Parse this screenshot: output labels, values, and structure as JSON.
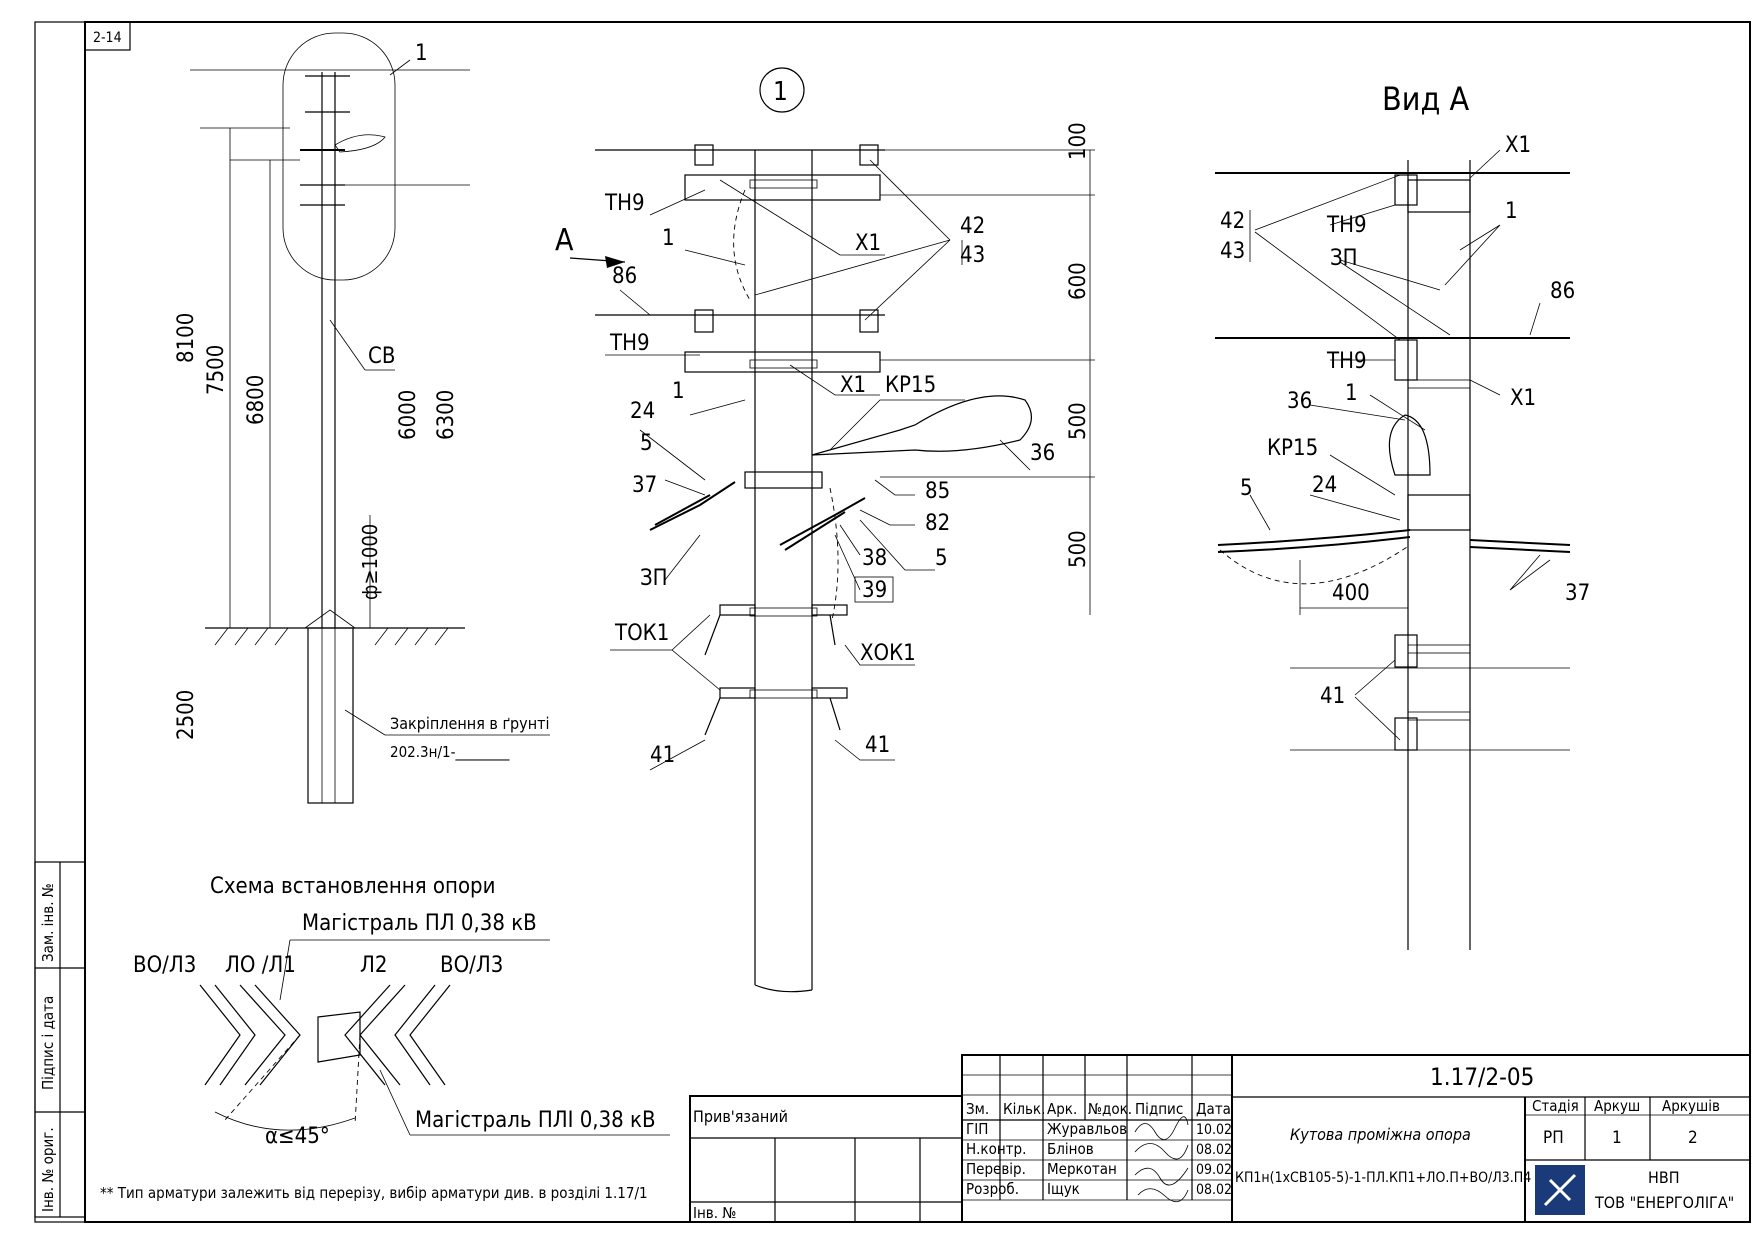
{
  "sheet_code": "2-14",
  "left_view": {
    "callout": "1",
    "pole_label": "СВ",
    "dim_8100": "8100",
    "dim_7500": "7500",
    "dim_6800": "6800",
    "dim_6000": "6000",
    "dim_6300": "6300",
    "dim_phi": "ф≥1000",
    "dim_2500": "2500",
    "ground_note": "Закріплення в ґрунті",
    "ground_ref": "202.3н/1-________"
  },
  "detail_view": {
    "callout": "1",
    "arrow": "А",
    "labels": {
      "th9_top": "ТН9",
      "x1_top": "Х1",
      "n42": "42",
      "n43": "43",
      "n1_a": "1",
      "n86": "86",
      "th9_mid": "ТН9",
      "x1_mid": "Х1",
      "kr15": "КР15",
      "n1_b": "1",
      "n24": "24",
      "n5_a": "5",
      "n37": "37",
      "n36": "36",
      "n85": "85",
      "n82": "82",
      "n5_b": "5",
      "n38": "38",
      "n39": "39",
      "zp": "ЗП",
      "tok1": "ТОК1",
      "xok1": "ХОК1",
      "n41_a": "41",
      "n41_b": "41"
    },
    "dims": [
      "100",
      "600",
      "500",
      "500"
    ]
  },
  "view_a": {
    "title": "Вид А",
    "labels": {
      "x1_top": "Х1",
      "n42": "42",
      "n43": "43",
      "th9_top": "ТН9",
      "n1_a": "1",
      "zp": "ЗП",
      "n86": "86",
      "th9_mid": "ТН9",
      "x1_mid": "Х1",
      "n36": "36",
      "n1_b": "1",
      "kr15": "КР15",
      "n5": "5",
      "n24": "24",
      "n37": "37",
      "dim_400": "400",
      "n41": "41"
    }
  },
  "scheme": {
    "title": "Схема встановлення опори",
    "line_top": "Магістраль ПЛ 0,38 кВ",
    "line_bottom": "Магістраль ПЛІ 0,38 кВ",
    "labels": [
      "ВО/Л3",
      "ЛО /Л1",
      "Л2",
      "ВО/Л3"
    ],
    "angle": "α≤45°"
  },
  "footnote": "** Тип арматури залежить від перерізу, вибір арматури див. в розділі 1.17/1",
  "side_stamp": [
    "Зам. інв. №",
    "Підпис і дата",
    "Інв. № ориг."
  ],
  "title_block": {
    "attached_label": "Прив'язаний",
    "inv_no": "Інв. №",
    "headers": [
      "Зм.",
      "Кільк.",
      "Арк.",
      "№док.",
      "Підпис",
      "Дата"
    ],
    "rows": [
      {
        "role": "ГІП",
        "name": "Журавльов",
        "date": "10.02"
      },
      {
        "role": "Н.контр.",
        "name": "Блінов",
        "date": "08.02"
      },
      {
        "role": "Перевір.",
        "name": "Меркотан",
        "date": "09.02"
      },
      {
        "role": "Розроб.",
        "name": "Іщук",
        "date": "08.02"
      }
    ],
    "doc_code": "1.17/2-05",
    "doc_title": "Кутова проміжна опора",
    "doc_subtitle": "КП1н(1хСВ105-5)-1-ПЛ.КП1+ЛО.П+ВО/Л3.П4",
    "stage_label": "Стадія",
    "sheet_label": "Аркуш",
    "sheets_label": "Аркушів",
    "stage": "РП",
    "sheet": "1",
    "sheets": "2",
    "org_line1": "НВП",
    "org_line2": "ТОВ \"ЕНЕРГОЛІГА\""
  }
}
